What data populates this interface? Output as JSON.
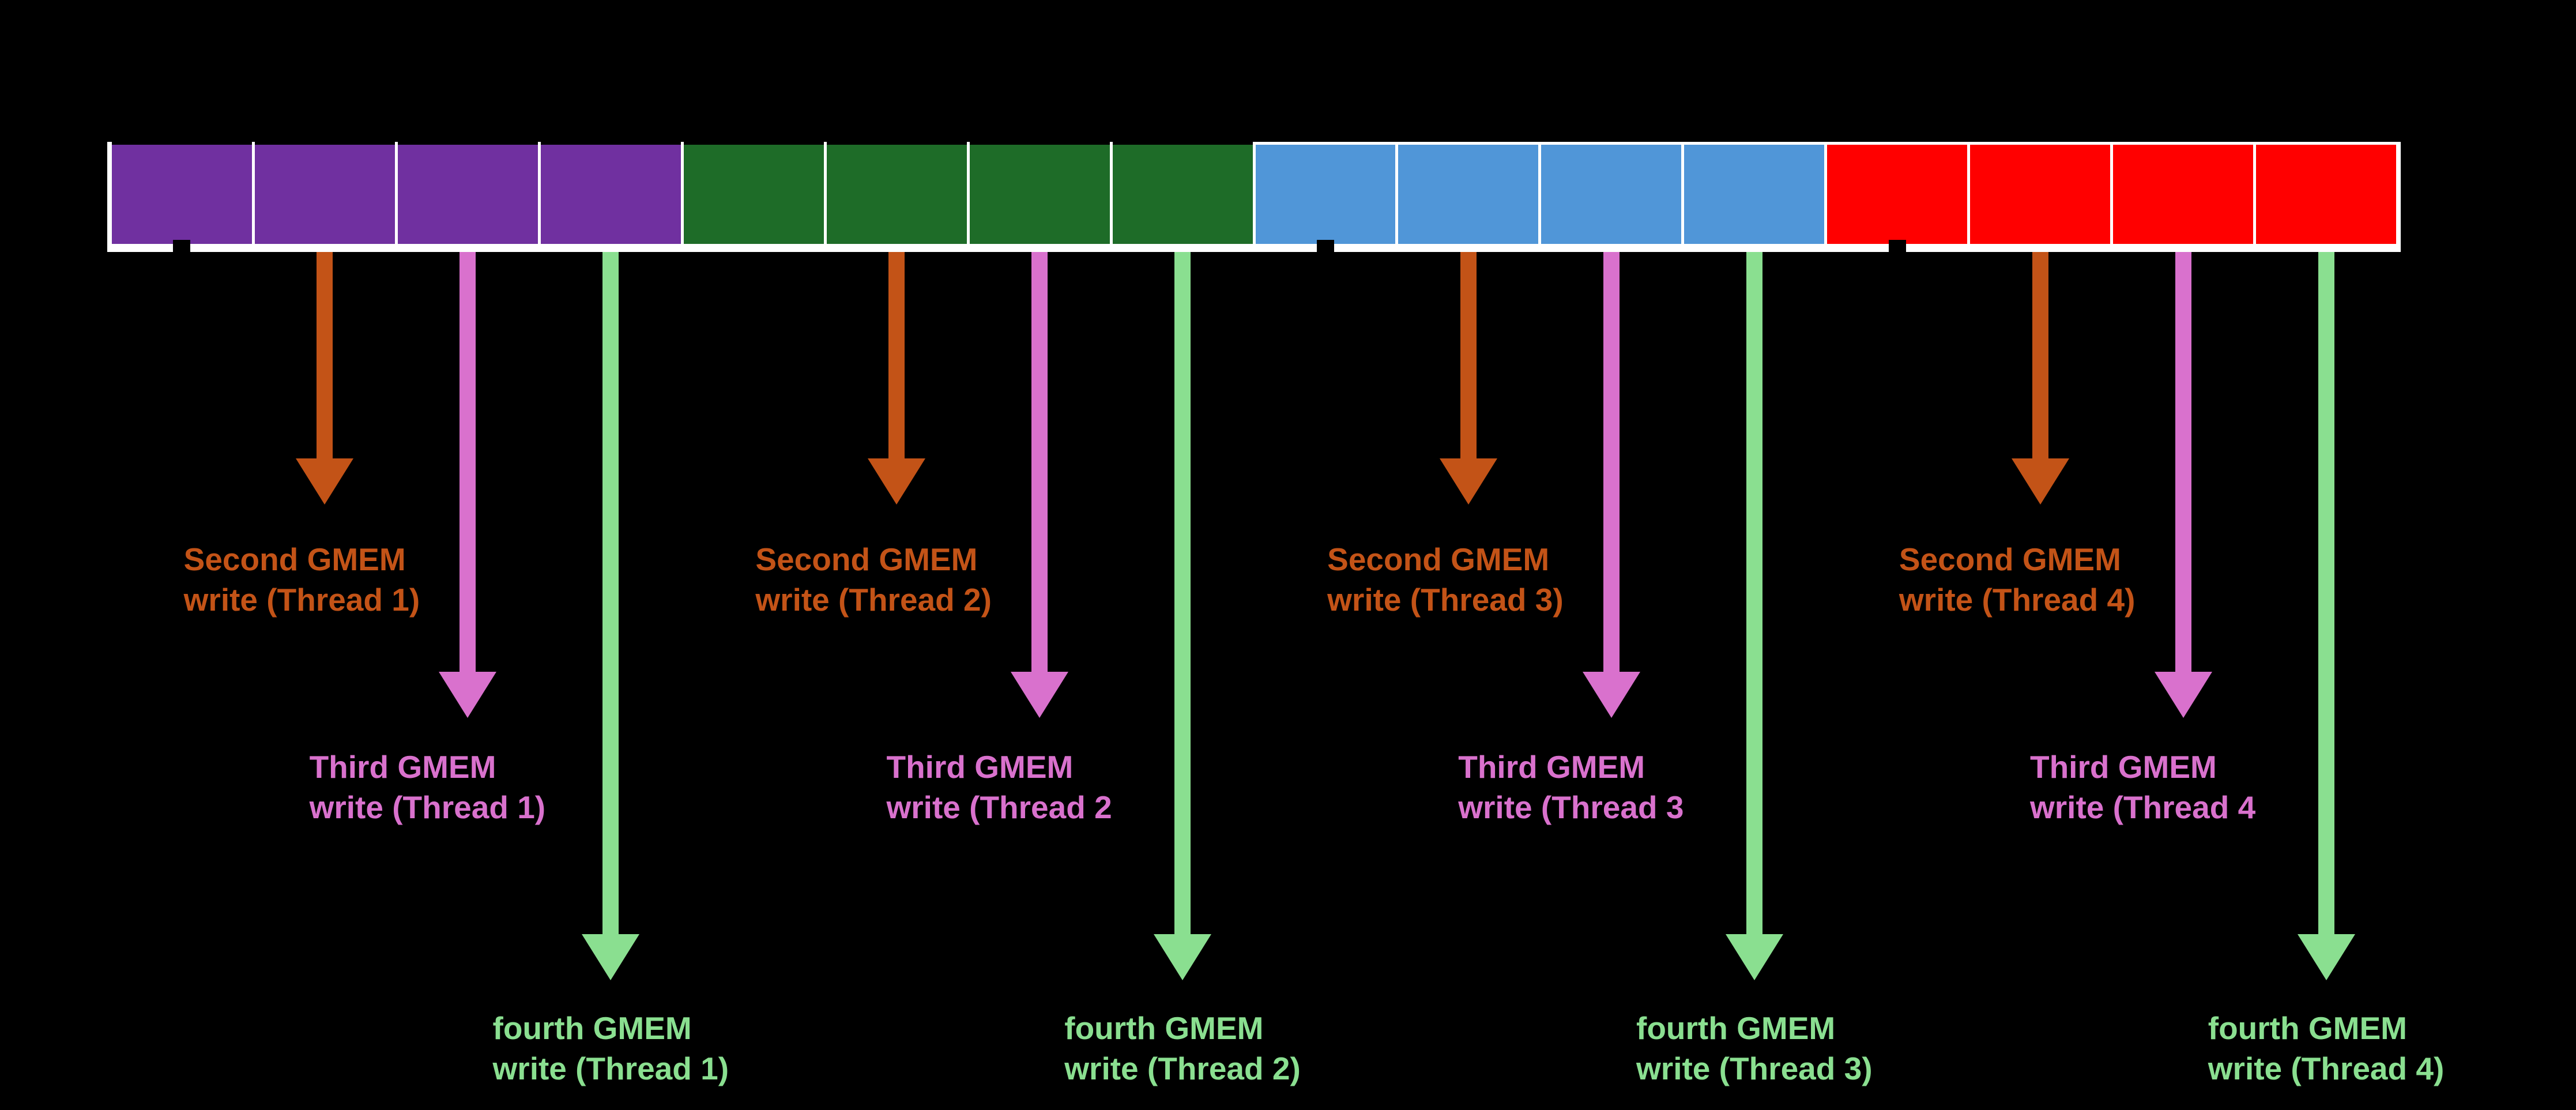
{
  "canvas": {
    "background": "#000000"
  },
  "bar": {
    "border_color": "#FFFFFF",
    "cells_per_section": 4,
    "sections": [
      {
        "name": "thread-1-cells",
        "color": "#7030A0"
      },
      {
        "name": "thread-2-cells",
        "color": "#1E6C28"
      },
      {
        "name": "thread-3-cells",
        "color": "#5096D8"
      },
      {
        "name": "thread-4-cells",
        "color": "#FF0000"
      }
    ]
  },
  "tick_color": "#000000",
  "first_write_ticks": [
    {
      "cell": 1
    },
    {
      "cell": 9
    },
    {
      "cell": 13
    }
  ],
  "arrow_colors": {
    "second": "#C35317",
    "third": "#D971CD",
    "fourth": "#8ADF90"
  },
  "threads": [
    {
      "writes": [
        {
          "order": "second",
          "cell": 2,
          "label_line1": "Second GMEM",
          "label_line2": "write (Thread 1)"
        },
        {
          "order": "third",
          "cell": 3,
          "label_line1": "Third GMEM",
          "label_line2": "write (Thread 1)"
        },
        {
          "order": "fourth",
          "cell": 4,
          "label_line1": "fourth GMEM",
          "label_line2": "write (Thread 1)"
        }
      ]
    },
    {
      "writes": [
        {
          "order": "second",
          "cell": 6,
          "label_line1": "Second GMEM",
          "label_line2": "write (Thread 2)"
        },
        {
          "order": "third",
          "cell": 7,
          "label_line1": "Third GMEM",
          "label_line2": "write (Thread 2"
        },
        {
          "order": "fourth",
          "cell": 8,
          "label_line1": "fourth GMEM",
          "label_line2": "write (Thread 2)"
        }
      ]
    },
    {
      "writes": [
        {
          "order": "second",
          "cell": 10,
          "label_line1": "Second GMEM",
          "label_line2": "write (Thread 3)"
        },
        {
          "order": "third",
          "cell": 11,
          "label_line1": "Third GMEM",
          "label_line2": "write (Thread 3"
        },
        {
          "order": "fourth",
          "cell": 12,
          "label_line1": "fourth GMEM",
          "label_line2": "write (Thread 3)"
        }
      ]
    },
    {
      "writes": [
        {
          "order": "second",
          "cell": 14,
          "label_line1": "Second GMEM",
          "label_line2": "write (Thread 4)"
        },
        {
          "order": "third",
          "cell": 15,
          "label_line1": "Third GMEM",
          "label_line2": "write (Thread 4"
        },
        {
          "order": "fourth",
          "cell": 16,
          "label_line1": "fourth GMEM",
          "label_line2": "write (Thread 4)"
        }
      ]
    }
  ]
}
